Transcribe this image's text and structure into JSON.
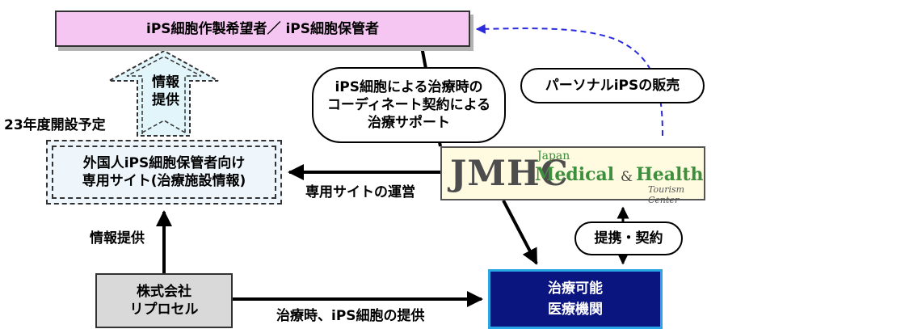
{
  "top": {
    "title": "iPS細胞作製希望者／ iPS細胞保管者"
  },
  "bubbles": {
    "coordinate": {
      "lines": [
        "iPS細胞による治療時の",
        "コーディネート契約による",
        "治療サポート"
      ]
    },
    "sales": "パーソナルiPSの販売",
    "partnership": "提携・契約"
  },
  "info_arrow": {
    "lines": [
      "情報",
      "提供"
    ]
  },
  "opening_note": "23年度開設予定",
  "site": {
    "lines": [
      "外国人iPS細胞保管者向け",
      "専用サイト(治療施設情報)"
    ]
  },
  "labels": {
    "site_operation": "専用サイトの運営",
    "info_provision": "情報提供",
    "cell_provision": "治療時、iPS細胞の提供"
  },
  "company": {
    "lines": [
      "株式会社",
      "リプロセル"
    ]
  },
  "hospital": {
    "lines": [
      "治療可能",
      "医療機関"
    ]
  },
  "logo": {
    "abbr": "JMHC",
    "japan": "Japan",
    "medical": "Medical",
    "amp": "&",
    "health": "Health",
    "tourism": "Tourism Center"
  },
  "colors": {
    "top_box": "#f5c6f2",
    "hospital_fill": "#0b1580",
    "hospital_border": "#2aa6e6",
    "site_fill": "#eef6fb",
    "info_arrow_fill": "#e1f5fb",
    "dashed_arrow": "#2b2bdb",
    "logo_fill": "#fffbe0",
    "logo_green": "#3d8f3d"
  }
}
